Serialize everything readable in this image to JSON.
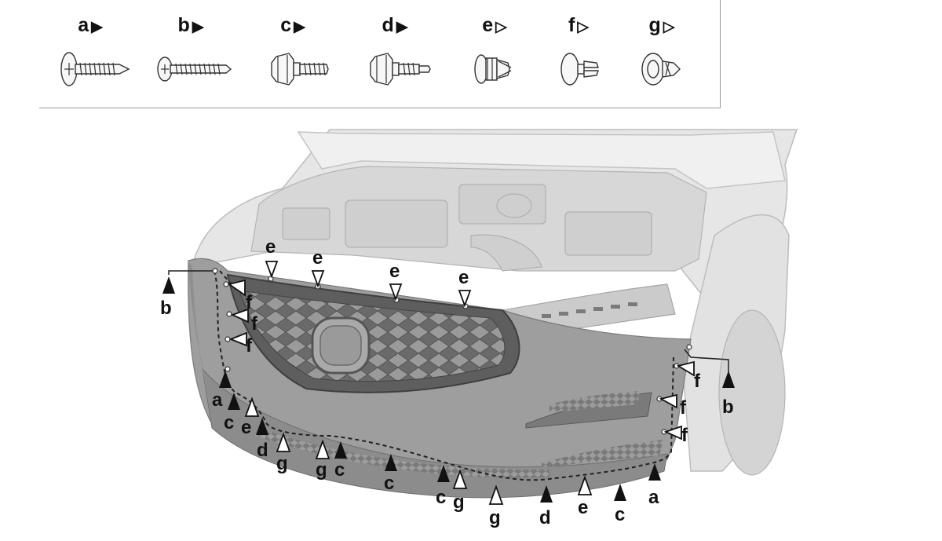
{
  "legend": [
    {
      "letter": "a",
      "symbol": "▶",
      "type": "filled",
      "icon": "pan-head-tapping-screw-icon"
    },
    {
      "letter": "b",
      "symbol": "▶",
      "type": "filled",
      "icon": "round-head-tapping-screw-icon"
    },
    {
      "letter": "c",
      "symbol": "▶",
      "type": "filled",
      "icon": "flange-bolt-icon"
    },
    {
      "letter": "d",
      "symbol": "▶",
      "type": "filled",
      "icon": "flange-bolt-stepped-icon"
    },
    {
      "letter": "e",
      "symbol": "▷",
      "type": "outline",
      "icon": "push-clip-icon"
    },
    {
      "letter": "f",
      "symbol": "▷",
      "type": "outline",
      "icon": "split-clip-icon"
    },
    {
      "letter": "g",
      "symbol": "▷",
      "type": "outline",
      "icon": "round-clip-icon"
    }
  ],
  "callouts": {
    "e_1": "e",
    "e_2": "e",
    "e_3": "e",
    "e_4": "e",
    "e_5": "e",
    "e_6": "e",
    "f_1": "f",
    "f_2": "f",
    "f_3": "f",
    "f_4": "f",
    "f_5": "f",
    "f_6": "f",
    "b_1": "b",
    "b_2": "b",
    "a_1": "a",
    "a_2": "a",
    "c_1": "c",
    "c_2": "c",
    "c_3": "c",
    "c_4": "c",
    "c_5": "c",
    "d_1": "d",
    "d_2": "d",
    "g_1": "g",
    "g_2": "g",
    "g_3": "g",
    "g_4": "g"
  },
  "colors": {
    "filled_marker": "#111111",
    "outline_marker": "#ffffff",
    "bumper": "#9e9e9e",
    "car_body": "#e6e6e6",
    "dashed_line": "#222222"
  }
}
